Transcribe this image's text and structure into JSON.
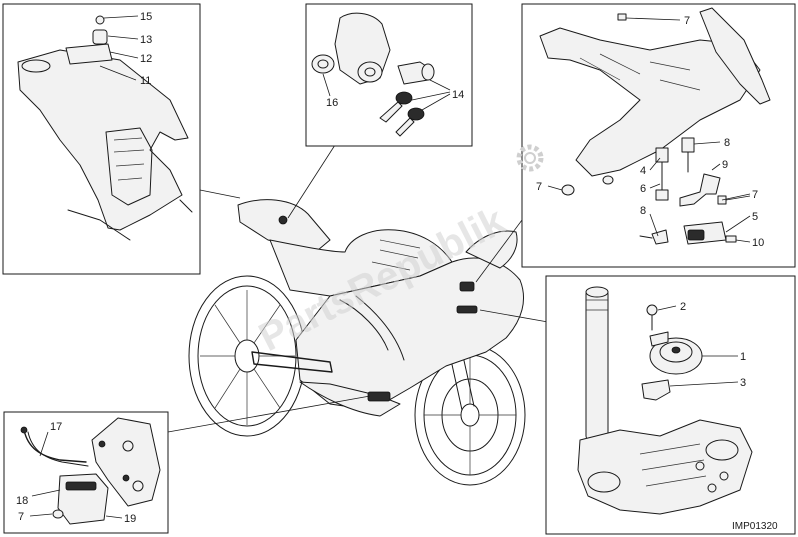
{
  "callouts": {
    "c1": "1",
    "c2": "2",
    "c3": "3",
    "c4": "4",
    "c5": "5",
    "c6": "6",
    "c7a": "7",
    "c7b": "7",
    "c7c": "7",
    "c7d": "7",
    "c8a": "8",
    "c8b": "8",
    "c9": "9",
    "c10": "10",
    "c11": "11",
    "c12": "12",
    "c13": "13",
    "c14": "14",
    "c15": "15",
    "c16": "16",
    "c17": "17",
    "c18": "18",
    "c19": "19"
  },
  "reference_code": "IMP01320",
  "watermark": {
    "text": "PartsRepublik",
    "icon": "gear-icon",
    "color": "#cfcfcf"
  },
  "colors": {
    "line": "#1a1a1a",
    "background": "#ffffff"
  }
}
